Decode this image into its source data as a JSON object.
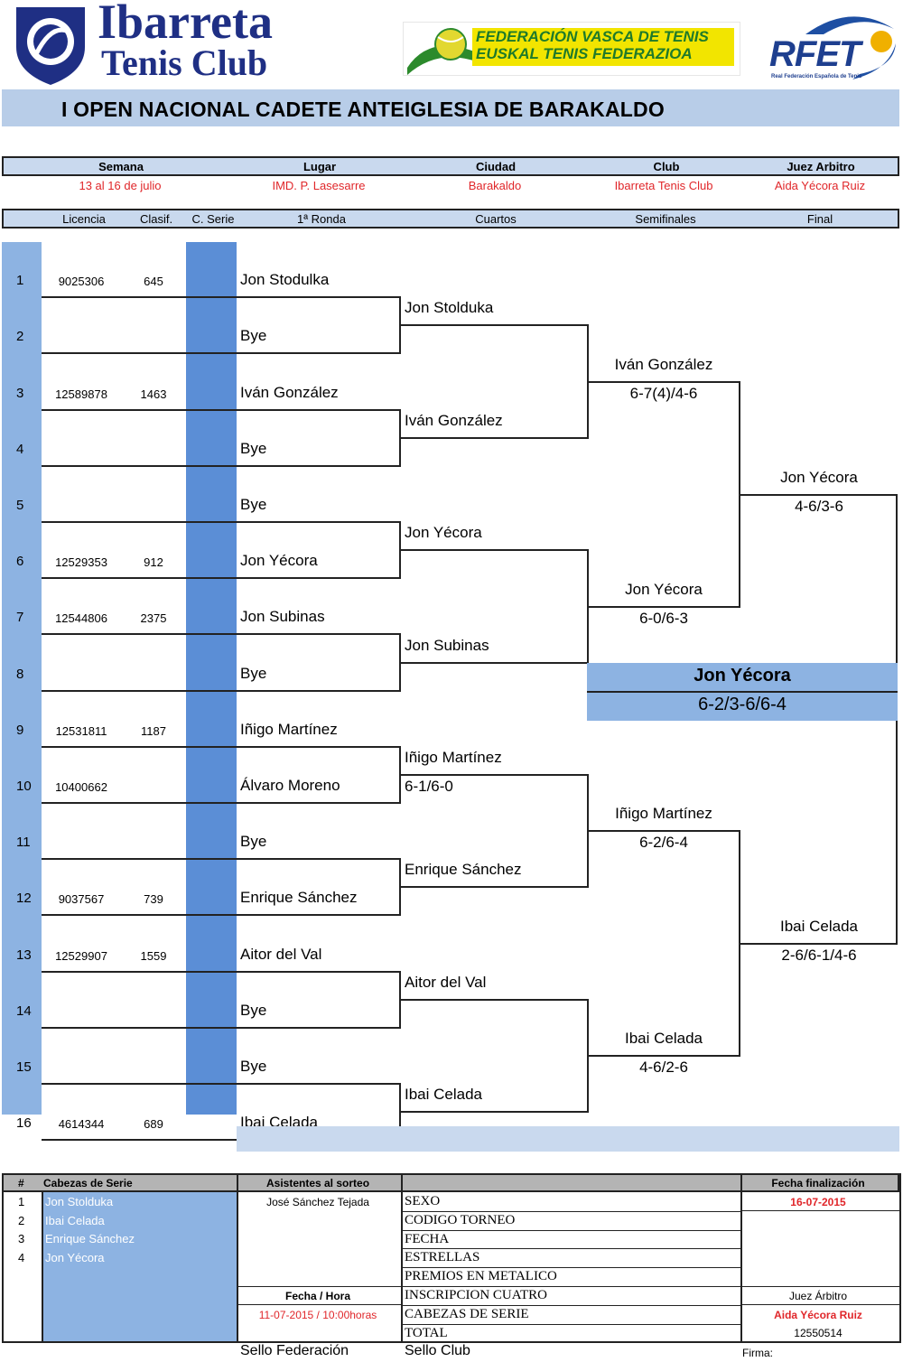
{
  "logos": {
    "ibarreta_line1": "Ibarreta",
    "ibarreta_line2": "Tenis Club",
    "fvt_line1": "FEDERACIÓN VASCA DE TENIS",
    "fvt_line2": "EUSKAL TENIS FEDERAZIOA",
    "rfet_main": "RFET",
    "rfet_sub": "Real Federación Española de Tenis"
  },
  "title": "I OPEN NACIONAL CADETE ANTEIGLESIA DE BARAKALDO",
  "info": {
    "headers": [
      "Semana",
      "Lugar",
      "Ciudad",
      "Club",
      "Juez Arbitro"
    ],
    "values": [
      "13 al 16 de julio",
      "IMD. P. Lasesarre",
      "Barakaldo",
      "Ibarreta Tenis Club",
      "Aida Yécora Ruiz"
    ]
  },
  "draw_headers": [
    "Licencia",
    "Clasif.",
    "C. Serie",
    "1ª Ronda",
    "Cuartos",
    "Semifinales",
    "Final"
  ],
  "entries": [
    {
      "num": "1",
      "licencia": "9025306",
      "clasif": "645",
      "name": "Jon Stodulka"
    },
    {
      "num": "2",
      "licencia": "",
      "clasif": "",
      "name": "Bye"
    },
    {
      "num": "3",
      "licencia": "12589878",
      "clasif": "1463",
      "name": "Iván González"
    },
    {
      "num": "4",
      "licencia": "",
      "clasif": "",
      "name": "Bye"
    },
    {
      "num": "5",
      "licencia": "",
      "clasif": "",
      "name": "Bye"
    },
    {
      "num": "6",
      "licencia": "12529353",
      "clasif": "912",
      "name": "Jon Yécora"
    },
    {
      "num": "7",
      "licencia": "12544806",
      "clasif": "2375",
      "name": "Jon Subinas"
    },
    {
      "num": "8",
      "licencia": "",
      "clasif": "",
      "name": "Bye"
    },
    {
      "num": "9",
      "licencia": "12531811",
      "clasif": "1187",
      "name": "Iñigo Martínez"
    },
    {
      "num": "10",
      "licencia": "10400662",
      "clasif": "",
      "name": "Álvaro Moreno"
    },
    {
      "num": "11",
      "licencia": "",
      "clasif": "",
      "name": "Bye"
    },
    {
      "num": "12",
      "licencia": "9037567",
      "clasif": "739",
      "name": "Enrique Sánchez"
    },
    {
      "num": "13",
      "licencia": "12529907",
      "clasif": "1559",
      "name": "Aitor del Val"
    },
    {
      "num": "14",
      "licencia": "",
      "clasif": "",
      "name": "Bye"
    },
    {
      "num": "15",
      "licencia": "",
      "clasif": "",
      "name": "Bye"
    },
    {
      "num": "16",
      "licencia": "4614344",
      "clasif": "689",
      "name": "Ibai Celada"
    }
  ],
  "quarters": [
    {
      "name": "Jon Stolduka",
      "score": ""
    },
    {
      "name": "Iván González",
      "score": ""
    },
    {
      "name": "Jon Yécora",
      "score": ""
    },
    {
      "name": "Jon Subinas",
      "score": ""
    },
    {
      "name": "Iñigo Martínez",
      "score": "6-1/6-0"
    },
    {
      "name": "Enrique Sánchez",
      "score": ""
    },
    {
      "name": "Aitor del Val",
      "score": ""
    },
    {
      "name": "Ibai Celada",
      "score": ""
    }
  ],
  "semis": [
    {
      "name": "Iván González",
      "score": "6-7(4)/4-6"
    },
    {
      "name": "Jon Yécora",
      "score": "6-0/6-3"
    },
    {
      "name": "Iñigo Martínez",
      "score": "6-2/6-4"
    },
    {
      "name": "Ibai Celada",
      "score": "4-6/2-6"
    }
  ],
  "finals": [
    {
      "name": "Jon Yécora",
      "score": "4-6/3-6"
    },
    {
      "name": "Ibai Celada",
      "score": "2-6/6-1/4-6"
    }
  ],
  "champion": {
    "name": "Jon Yécora",
    "score": "6-2/3-6/6-4"
  },
  "bottom": {
    "h_num": "#",
    "h_seeds": "Cabezas de Serie",
    "h_attendees": "Asistentes al sorteo",
    "h_end_date": "Fecha finalización",
    "seeds": [
      {
        "idx": "1",
        "name": "Jon Stolduka"
      },
      {
        "idx": "2",
        "name": "Ibai Celada"
      },
      {
        "idx": "3",
        "name": "Enrique Sánchez"
      },
      {
        "idx": "4",
        "name": "Jon Yécora"
      }
    ],
    "attendee": "José Sánchez Tejada",
    "end_date": "16-07-2015",
    "fecha_hora_label": "Fecha / Hora",
    "fecha_hora": "11-07-2015 / 10:00horas",
    "info_rows": [
      "SEXO",
      "CODIGO TORNEO",
      "FECHA",
      "ESTRELLAS",
      "PREMIOS EN METALICO",
      "INSCRIPCION CUATRO",
      "CABEZAS DE SERIE",
      "TOTAL"
    ],
    "juez_label": "Juez Árbitro",
    "juez_name": "Aida Yécora Ruiz",
    "juez_license": "12550514",
    "sello_federacion": "Sello Federación",
    "sello_club": "Sello Club",
    "firma": "Firma:"
  }
}
